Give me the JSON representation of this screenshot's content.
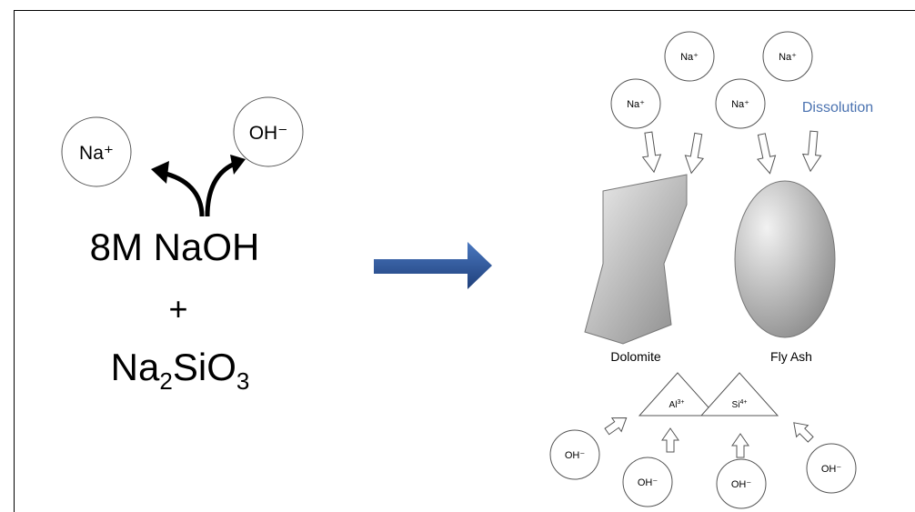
{
  "left_panel": {
    "ions": {
      "sodium": "Na⁺",
      "hydroxide": "OH⁻"
    },
    "reagent_1": "8M NaOH",
    "plus_sign": "+",
    "reagent_2": {
      "text_na": "Na",
      "sub_1": "2",
      "text_sio": "SiO",
      "sub_2": "3"
    }
  },
  "right_panel": {
    "top_ions": [
      "Na⁺",
      "Na⁺",
      "Na⁺",
      "Na⁺"
    ],
    "dissolution_label": "Dissolution",
    "dolomite_label": "Dolomite",
    "fly_ash_label": "Fly Ash",
    "cation_al": {
      "base": "Al",
      "charge": "3+"
    },
    "cation_si": {
      "base": "Si",
      "charge": "4+"
    },
    "bottom_ions": [
      "OH⁻",
      "OH⁻",
      "OH⁻",
      "OH⁻"
    ]
  },
  "colors": {
    "dissolution_text": "#4a72b0",
    "arrow_blue": "#2f5597",
    "particle_gray_light": "#f0f0f0",
    "particle_gray_dark": "#8c8c8c"
  }
}
